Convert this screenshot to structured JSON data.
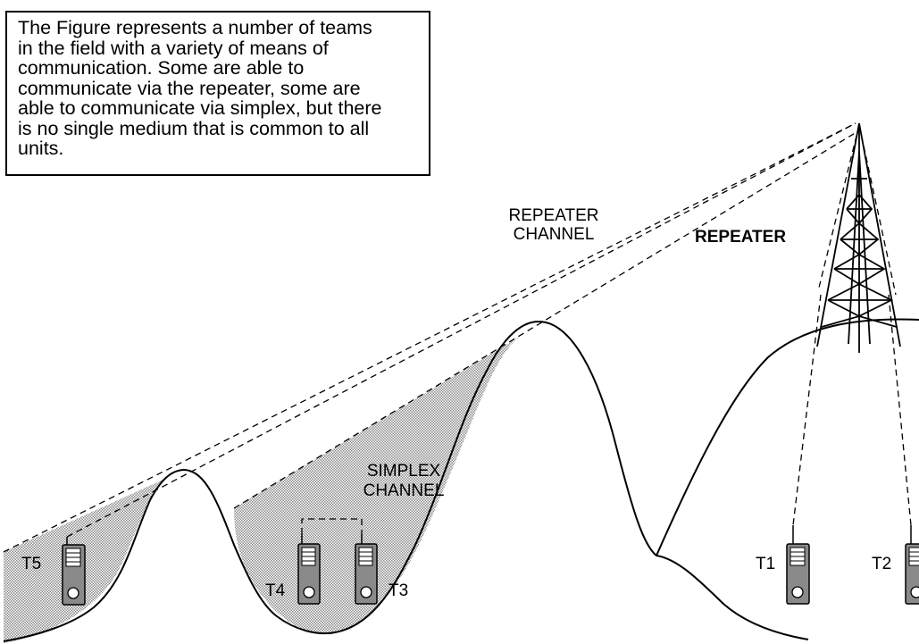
{
  "caption": {
    "lines": [
      "The Figure represents a number of teams",
      "in the field with a variety of means of",
      "communication.  Some are able to",
      "communicate via the repeater, some are",
      "able to communicate via simplex, but there",
      "is no single medium that is common to all",
      "units."
    ]
  },
  "labels": {
    "repeater_channel_line1": "REPEATER",
    "repeater_channel_line2": "CHANNEL",
    "repeater": "REPEATER",
    "simplex_channel_line1": "SIMPLEX",
    "simplex_channel_line2": "CHANNEL"
  },
  "radios": [
    {
      "id": "t5",
      "label": "T5"
    },
    {
      "id": "t4",
      "label": "T4"
    },
    {
      "id": "t3",
      "label": "T3"
    },
    {
      "id": "t1",
      "label": "T1"
    },
    {
      "id": "t2",
      "label": "T2"
    }
  ],
  "colors": {
    "line": "#000000",
    "radio_body": "#8a8a8a",
    "shade": "#b8b8b8",
    "background": "#ffffff"
  }
}
